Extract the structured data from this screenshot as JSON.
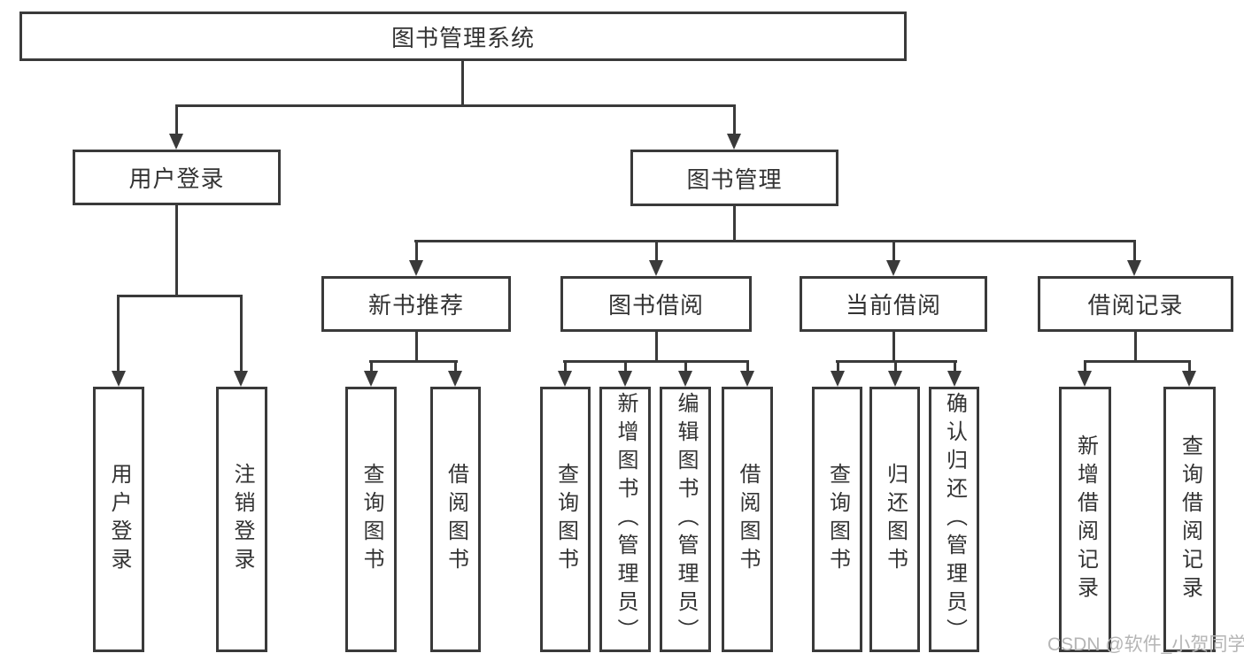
{
  "colors": {
    "line": "#3a3a3a",
    "text": "#333333",
    "background": "#ffffff",
    "watermark": "#b5b5b5"
  },
  "watermark": "CSDN @软件_小贺同学",
  "tree": {
    "root_label": "图书管理系统",
    "level2": [
      {
        "label": "用户登录",
        "children": [
          {
            "label": "用户登录"
          },
          {
            "label": "注销登录"
          }
        ]
      },
      {
        "label": "图书管理",
        "children": [
          {
            "label": "新书推荐",
            "children": [
              {
                "label": "查询图书"
              },
              {
                "label": "借阅图书"
              }
            ]
          },
          {
            "label": "图书借阅",
            "children": [
              {
                "label": "查询图书"
              },
              {
                "label": "新增图书（管理员）"
              },
              {
                "label": "编辑图书（管理员）"
              },
              {
                "label": "借阅图书"
              }
            ]
          },
          {
            "label": "当前借阅",
            "children": [
              {
                "label": "查询图书"
              },
              {
                "label": "归还图书"
              },
              {
                "label": "确认归还（管理员）"
              }
            ]
          },
          {
            "label": "借阅记录",
            "children": [
              {
                "label": "新增借阅记录"
              },
              {
                "label": "查询借阅记录"
              }
            ]
          }
        ]
      }
    ]
  }
}
